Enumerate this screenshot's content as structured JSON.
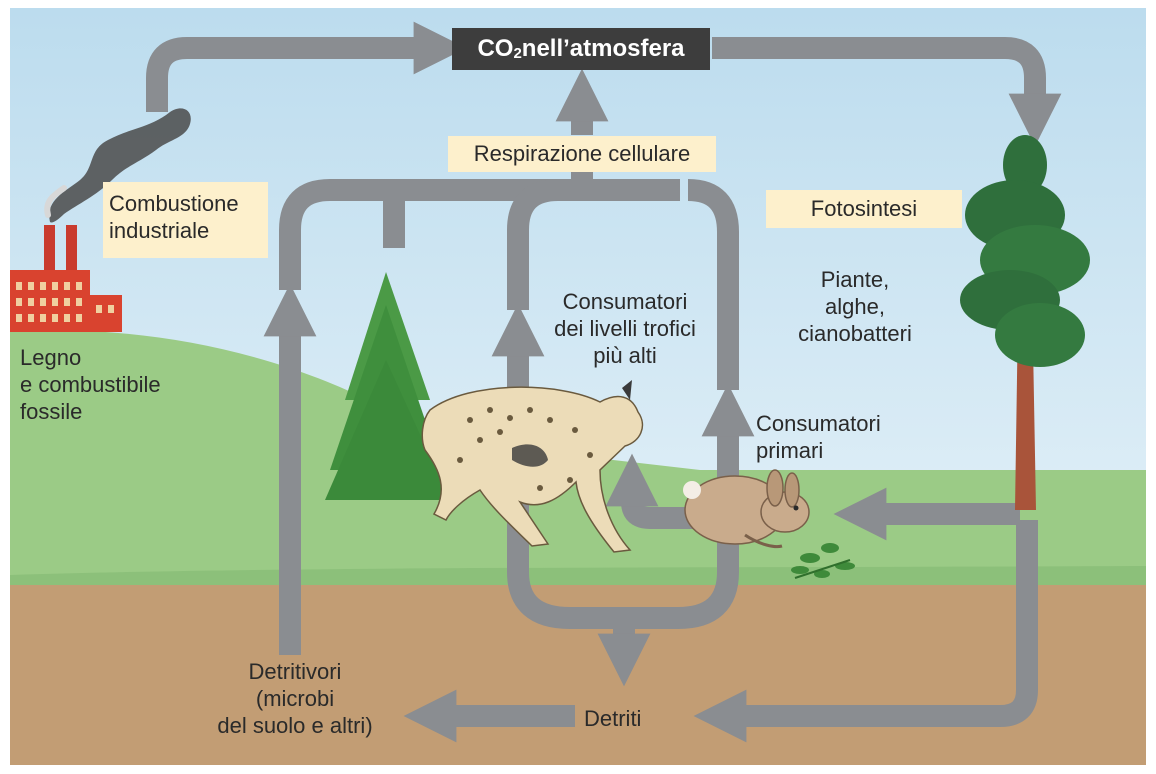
{
  "title": {
    "prefix": "CO",
    "subscript": "2",
    "suffix": " nell’atmosfera"
  },
  "labels": {
    "respiration": "Respirazione cellulare",
    "combustion": [
      "Combustione",
      "industriale"
    ],
    "photosynthesis": "Fotosintesi",
    "producers": [
      "Piante,",
      "alghe,",
      "cianobatteri"
    ],
    "fuel": [
      "Legno",
      "e combustibile",
      "fossile"
    ],
    "high_consumers": [
      "Consumatori",
      "dei livelli trofici",
      "più alti"
    ],
    "primary_consumers": [
      "Consumatori",
      "primari"
    ],
    "decomposers": [
      "Detritivori",
      "(microbi",
      "del suolo e altri)"
    ],
    "detritus": "Detriti"
  },
  "colors": {
    "sky": "#cfe6f2",
    "ground": "#c29d74",
    "grass": "#9bcb86",
    "arrow": "#8a8d91",
    "label_box": "#fdf0cc",
    "title_box": "#3d3d3d"
  },
  "icons": [
    "factory-icon",
    "smoke-icon",
    "spruce-tree-icon",
    "pine-tree-icon",
    "lynx-icon",
    "rabbit-icon",
    "plant-sprout-icon"
  ]
}
